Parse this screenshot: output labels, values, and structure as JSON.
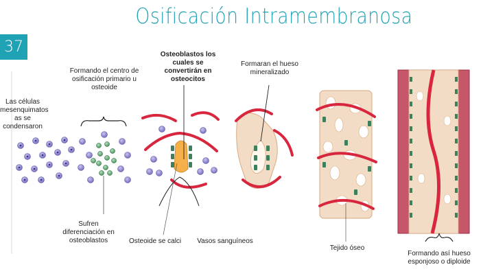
{
  "slide": {
    "title": "Osificación Intramembranosa",
    "number": "37"
  },
  "labels": {
    "condense": "Las células mesenquimatos as se condensaron",
    "center": "Formando el centro de osificación primario u osteoide",
    "osteoblasts": "Osteoblastos los cuales se convertirán en osteocitos",
    "mineral": "Formaran el hueso mineralizado",
    "differentiate": "Sufren diferenciación en osteoblastos",
    "osteoid": "Osteoide se calci",
    "vessels": "Vasos sanguíneos",
    "tissue": "Tejido óseo",
    "spongy": "Formando así hueso esponjoso o diploide"
  },
  "colors": {
    "accent": "#1fa3b4",
    "cell_purple": "#8d86cf",
    "cell_green": "#5fa36f",
    "vessel_red": "#d7263d",
    "bone_beige": "#f3dcc6",
    "osteoblast_green": "#3f7f5b"
  }
}
